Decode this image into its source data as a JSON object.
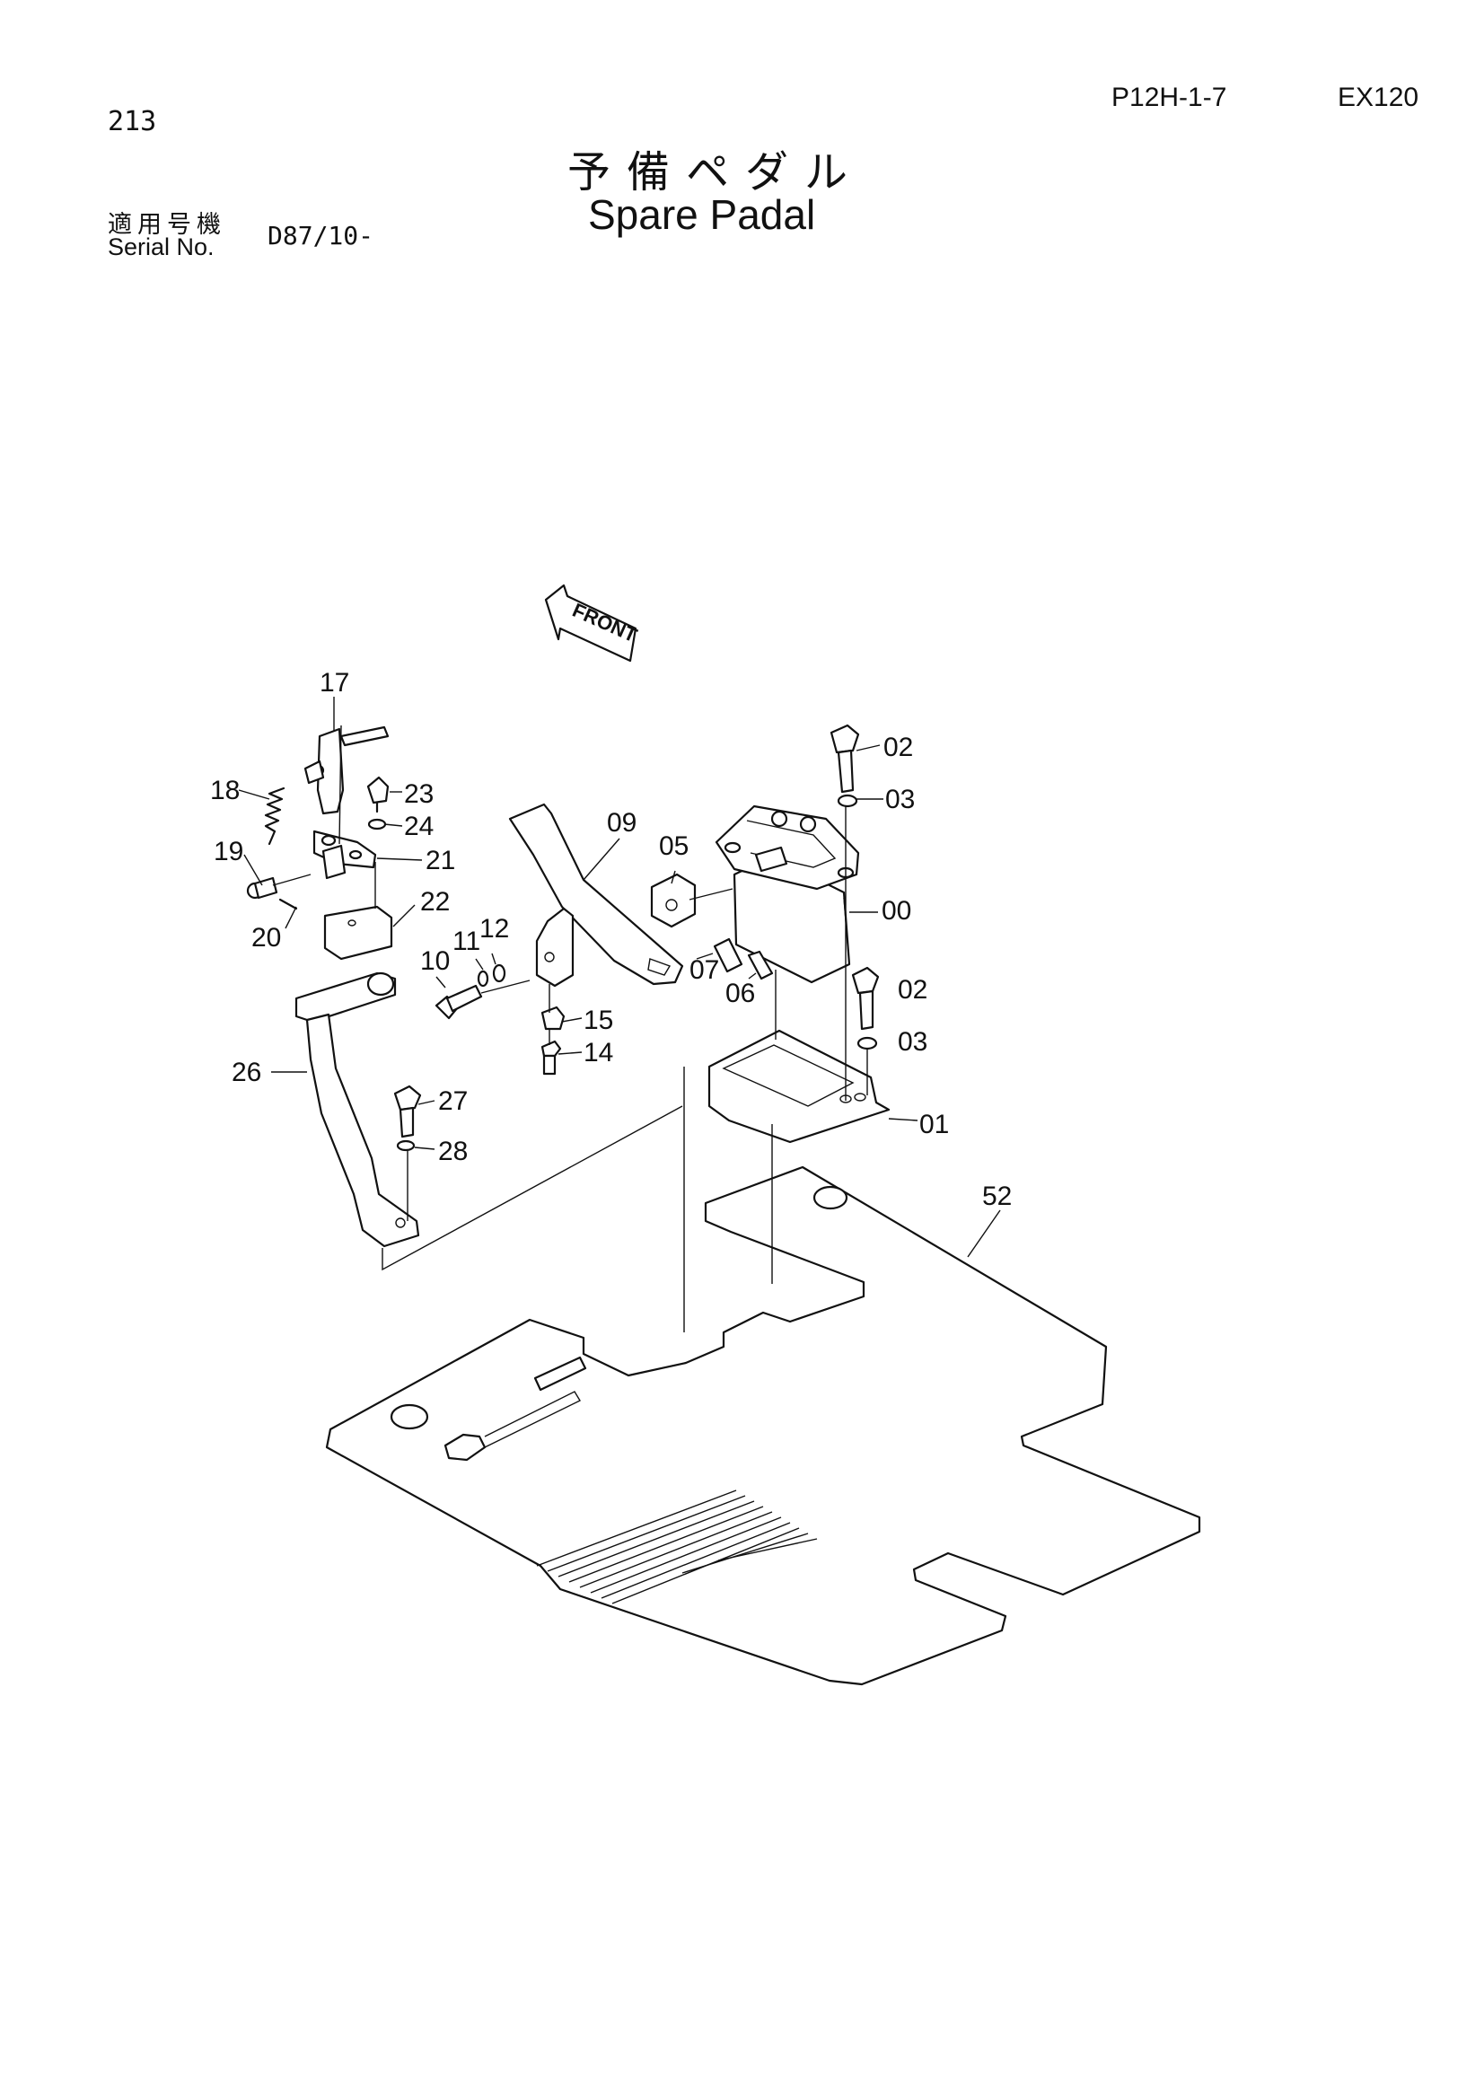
{
  "header": {
    "page_number": "213",
    "code_ref": "P12H-1-7",
    "model": "EX120",
    "title_ja": "予備ペダル",
    "title_en": "Spare Padal",
    "serial_label_ja": "適用号機",
    "serial_label_en": "Serial No.",
    "serial_value": "D87/10-"
  },
  "diagram": {
    "front_label": "FRONT",
    "callouts": [
      "17",
      "18",
      "23",
      "24",
      "19",
      "21",
      "20",
      "22",
      "09",
      "05",
      "02",
      "03",
      "00",
      "12",
      "11",
      "10",
      "07",
      "06",
      "15",
      "14",
      "26",
      "27",
      "28",
      "01",
      "52"
    ]
  }
}
